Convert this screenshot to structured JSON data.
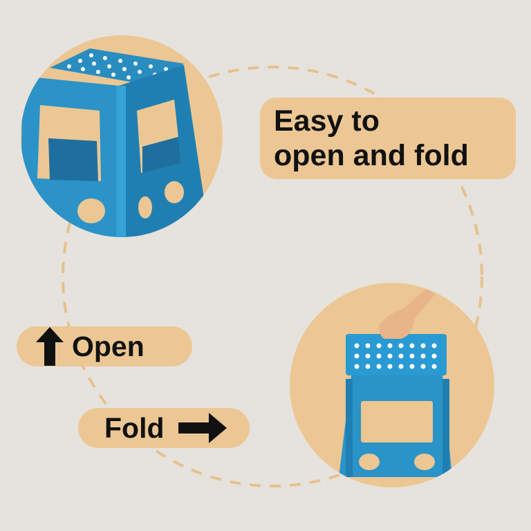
{
  "colors": {
    "background": "#e6e3de",
    "accent_tan": "#ecc794",
    "stool_blue": "#2a8dc0",
    "text_black": "#111111"
  },
  "callout": {
    "text": "Easy to\nopen and fold"
  },
  "open_label": {
    "text": "Open",
    "icon": "arrow-up-icon"
  },
  "fold_label": {
    "text": "Fold",
    "icon": "arrow-right-icon"
  },
  "images": {
    "open_stool": "open-step-stool-photo",
    "folded_stool": "folded-step-stool-photo"
  }
}
